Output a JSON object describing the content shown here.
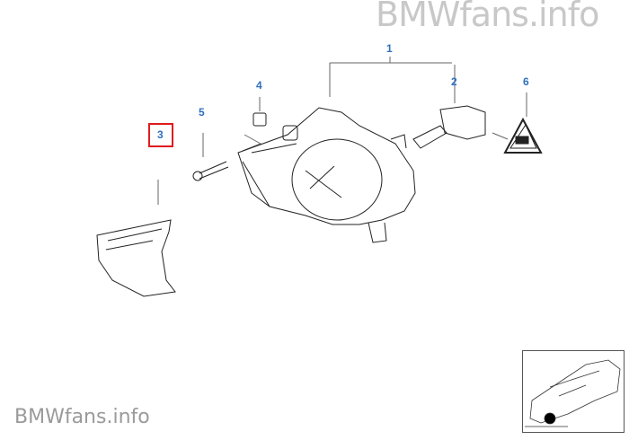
{
  "watermark": {
    "top": "BMWfans.info",
    "bottom": "BMWfans.info"
  },
  "callouts": [
    {
      "id": "1"
    },
    {
      "id": "2"
    },
    {
      "id": "3"
    },
    {
      "id": "4"
    },
    {
      "id": "5"
    },
    {
      "id": "6"
    }
  ],
  "selected_callout": "3",
  "colors": {
    "callout": "#2f6fbf",
    "selection": "#e01b1b"
  }
}
